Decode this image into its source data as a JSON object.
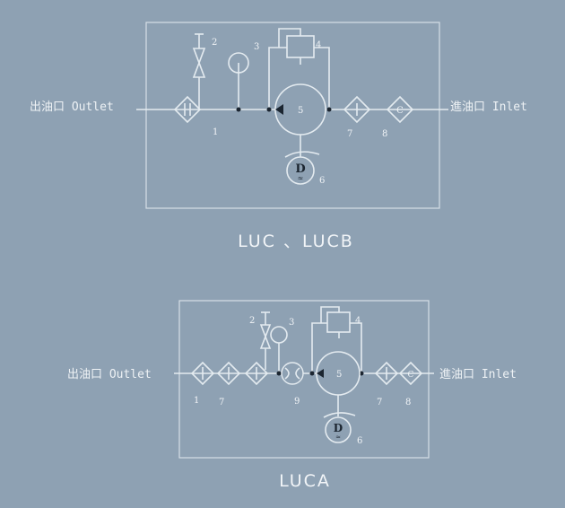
{
  "diagrams": [
    {
      "caption": "LUC 、LUCB",
      "outlet": "出油口 Outlet",
      "inlet": "進油口 Inlet",
      "numbers": {
        "filter": "1",
        "valve": "2",
        "gauge": "3",
        "relief": "4",
        "pump": "5",
        "motor": "6",
        "filter2": "7",
        "check": "8"
      }
    },
    {
      "caption": "LUCA",
      "outlet": "出油口 Outlet",
      "inlet": "進油口 Inlet",
      "numbers": {
        "filter": "1",
        "filter_a": "7",
        "valve": "2",
        "gauge": "3",
        "relief": "4",
        "pump": "5",
        "motor": "6",
        "flowmeter": "9",
        "filter2": "7",
        "check": "8"
      }
    }
  ],
  "symbols": {
    "check_letter": "C",
    "motor_letter": "D",
    "motor_sub": "≈"
  }
}
